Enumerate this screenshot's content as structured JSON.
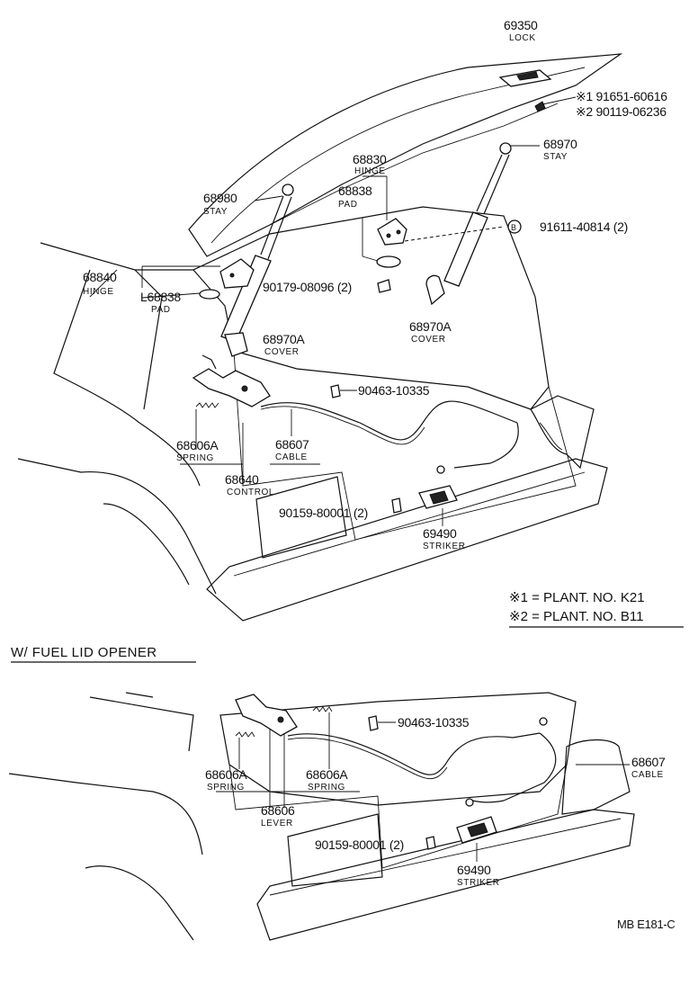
{
  "callouts": {
    "lock_num": "69350",
    "lock_name": "LOCK",
    "screw1_num": "※1 91651-60616",
    "screw2_num": "※2 90119-06236",
    "stay_right_num": "68970",
    "stay_right_name": "STAY",
    "hinge_center_num": "68830",
    "hinge_center_name": "HINGE",
    "pad_center_num": "68838",
    "pad_center_name": "PAD",
    "stay_left_num": "68980",
    "stay_left_name": "STAY",
    "bolt_b_marker": "B",
    "bolt_b_num": "91611-40814 (2)",
    "hinge_left_num": "68840",
    "hinge_left_name": "HINGE",
    "pad_left_num": "L68838",
    "pad_left_name": "PAD",
    "clip_num": "90179-08096 (2)",
    "cover_left_num": "68970A",
    "cover_left_name": "COVER",
    "cover_right_num": "68970A",
    "cover_right_name": "COVER",
    "clamp_top_num": "90463-10335",
    "spring_top_num": "68606A",
    "spring_top_name": "SPRING",
    "cable_top_num": "68607",
    "cable_top_name": "CABLE",
    "control_num": "68640",
    "control_name": "CONTROL",
    "bolt_top_num": "90159-80001 (2)",
    "striker_top_num": "69490",
    "striker_top_name": "STRIKER"
  },
  "legend": {
    "line1": "※1 = PLANT. NO. K21",
    "line2": "※2 = PLANT. NO. B11"
  },
  "section_title": "W/ FUEL LID OPENER",
  "lower_callouts": {
    "clamp_num": "90463-10335",
    "cable_num": "68607",
    "cable_name": "CABLE",
    "spring_left_num": "68606A",
    "spring_left_name": "SPRING",
    "spring_right_num": "68606A",
    "spring_right_name": "SPRING",
    "lever_num": "68606",
    "lever_name": "LEVER",
    "bolt_num": "90159-80001 (2)",
    "striker_num": "69490",
    "striker_name": "STRIKER"
  },
  "footer_code": "MB  E181-C"
}
